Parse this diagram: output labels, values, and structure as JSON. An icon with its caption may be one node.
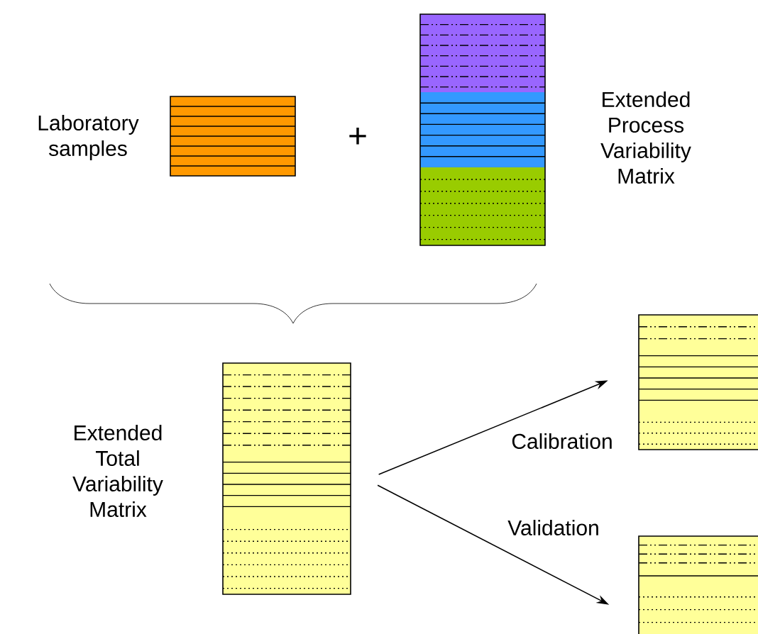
{
  "diagram": {
    "nodes": [
      {
        "text": [],
        "shape": "box",
        "beside": [
          "Laboratory samples"
        ]
      },
      {
        "text": [],
        "shape": "box",
        "beside": [
          "Extended Process Variability Matrix"
        ]
      },
      {
        "text": [],
        "shape": "box",
        "beside": [
          "Extended Total Variability Matrix"
        ]
      },
      {
        "text": [],
        "shape": "box"
      },
      {
        "text": [],
        "shape": "box"
      }
    ],
    "edges": [
      {
        "from": 2,
        "to": 3,
        "arrow": "to",
        "label": "Calibration"
      },
      {
        "from": 2,
        "to": 4,
        "arrow": "to",
        "label": "Validation"
      }
    ],
    "labels": [
      "+"
    ]
  }
}
